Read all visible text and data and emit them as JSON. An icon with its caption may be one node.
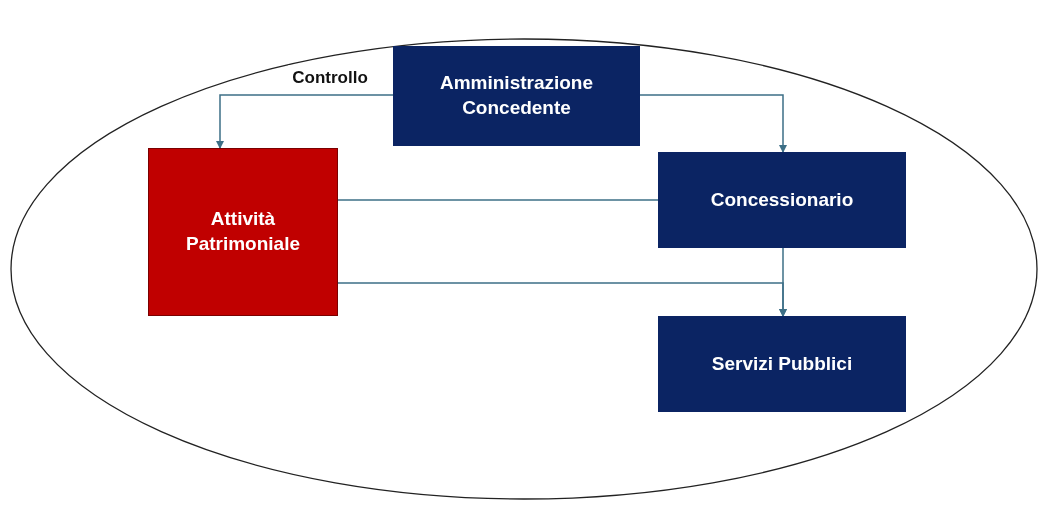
{
  "diagram": {
    "nodes": [
      {
        "text": [],
        "shape": "ellipse"
      },
      {
        "text": [
          "Amministrazione Concedente"
        ],
        "in": 0
      },
      {
        "text": [
          "Attività Patrimoniale"
        ],
        "in": 0
      },
      {
        "text": [
          "Concessionario"
        ],
        "in": 0
      },
      {
        "text": [
          "Servizi Pubblici"
        ],
        "in": 0
      }
    ],
    "edges": [
      {
        "from": 1,
        "to": 2,
        "arrow": "to",
        "label": "Controllo"
      },
      {
        "from": 1,
        "to": 3,
        "arrow": "to"
      },
      {
        "from": 2,
        "to": 3,
        "arrow": "none"
      },
      {
        "from": 3,
        "to": 4,
        "arrow": "to"
      },
      {
        "from": 2,
        "to": 4,
        "arrow": "to"
      }
    ]
  }
}
